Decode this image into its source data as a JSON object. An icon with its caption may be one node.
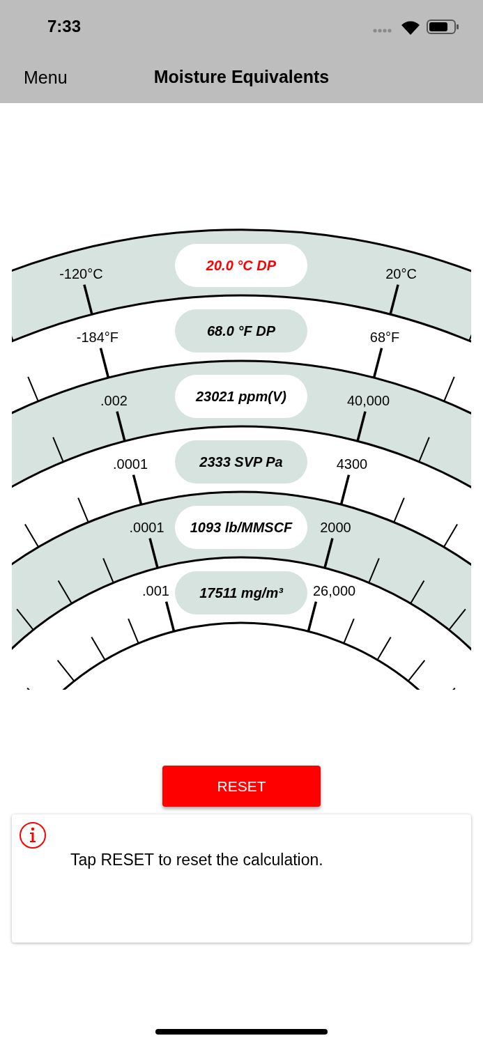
{
  "diagram": {
    "title": "Moisture Equivalents",
    "nodes": [
      {
        "text": [
          "20.0 °C DP"
        ]
      },
      {
        "text": [
          "68.0 °F DP"
        ]
      },
      {
        "text": [
          "23021 ppm(V)"
        ]
      },
      {
        "text": [
          "2333 SVP Pa"
        ]
      },
      {
        "text": [
          "1093 lb/MMSCF"
        ]
      },
      {
        "text": [
          "17511 mg/m³"
        ]
      }
    ],
    "labels": [
      "7:33",
      "Menu",
      "-120°C",
      "20°C",
      "-184°F",
      "68°F",
      ".002",
      "40,000",
      ".0001",
      "4300",
      ".0001",
      "2000",
      ".001",
      "26,000",
      "RESET",
      "Tap RESET to reset the calculation."
    ]
  }
}
